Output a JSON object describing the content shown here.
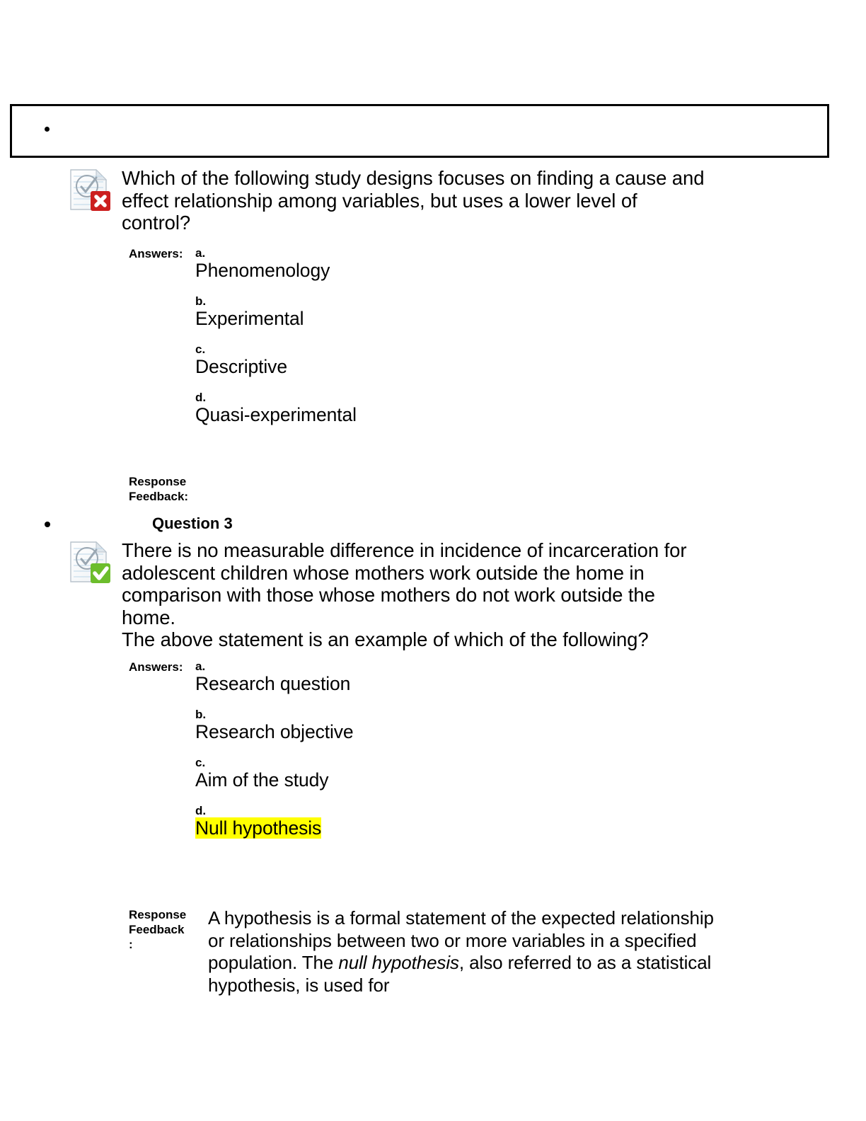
{
  "page": {
    "background": "#ffffff",
    "highlight_color": "#ffff00",
    "text_color": "#000000"
  },
  "top_box": {
    "bullet": "•",
    "content": ""
  },
  "questions": [
    {
      "id": "question-2",
      "heading": "",
      "status_icon": "quiz-incorrect-icon",
      "status": "incorrect",
      "badge_color": "#cc1f1f",
      "stem": "Which of the following study designs focuses on finding a cause and effect relationship among variables, but uses a lower level of control?",
      "stem_extra": "",
      "answers_label": "Answers:",
      "answers": [
        {
          "letter": "a.",
          "text": "Phenomenology",
          "highlighted": false
        },
        {
          "letter": "b.",
          "text": "Experimental",
          "highlighted": false
        },
        {
          "letter": "c.",
          "text": "Descriptive",
          "highlighted": false
        },
        {
          "letter": "d.",
          "text": "Quasi-experimental",
          "highlighted": false
        }
      ],
      "feedback_label_lines": [
        "Response",
        "Feedback:"
      ],
      "feedback_text": ""
    },
    {
      "id": "question-3",
      "heading": "Question 3",
      "status_icon": "quiz-correct-icon",
      "status": "correct",
      "badge_color": "#6cbd2c",
      "stem": "There is no measurable difference in incidence of incarceration for adolescent children whose mothers work outside the home in comparison with those whose mothers do not work outside the home.",
      "stem_extra": "The above statement is an example of which of the following?",
      "answers_label": "Answers:",
      "answers": [
        {
          "letter": "a.",
          "text": "Research question",
          "highlighted": false
        },
        {
          "letter": "b.",
          "text": "Research objective",
          "highlighted": false
        },
        {
          "letter": "c.",
          "text": "Aim of the study",
          "highlighted": false
        },
        {
          "letter": "d.",
          "text": "Null hypothesis",
          "highlighted": true
        }
      ],
      "feedback_label_lines": [
        "Response",
        "Feedback",
        ":"
      ],
      "feedback_text_part1": "A hypothesis is a formal statement of the expected relationship or relationships between two or more variables in a specified population. The ",
      "feedback_text_italic": "null hypothesis",
      "feedback_text_part2": ", also referred to as a statistical hypothesis, is used for"
    }
  ]
}
